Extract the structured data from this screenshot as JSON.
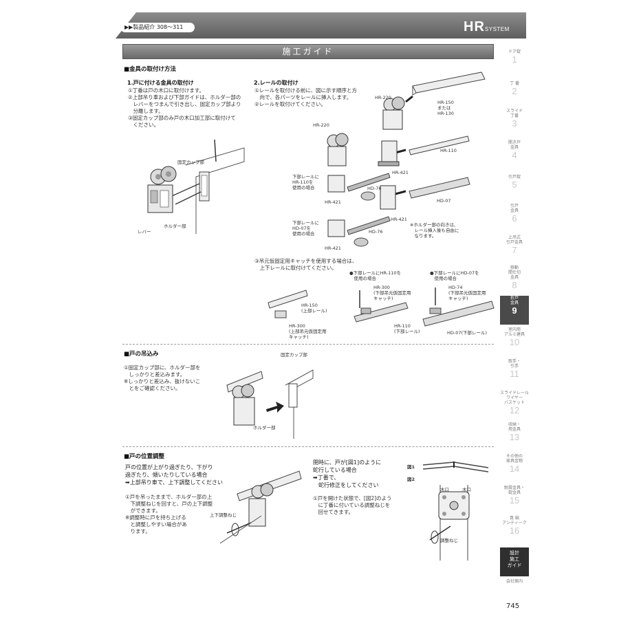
{
  "header": {
    "product_link": "▶▶製品紹介 308～311",
    "brand": "HR",
    "brand_sub": "SYSTEM",
    "banner": "施工ガイド"
  },
  "install": {
    "heading": "■金具の取付け方法",
    "part1": {
      "title": "1.戸に付ける金具の取付け",
      "steps": "①丁番は戸の木口に取付けます。\n②上部吊り車および下部ガイドは、ホルダー部の\n　レバーをつまんで引き出し、固定カップ部より\n　分離します。\n③固定カップ部のみ戸の木口加工部に取付けて\n　ください。",
      "label_cup": "固定カップ部",
      "label_holder": "ホルダー部",
      "label_lever": "レバー"
    },
    "part2": {
      "title": "2.レールの取付け",
      "steps": "①レールを取付ける前に、図に示す順序と方\n　向で、各パーツをレールに挿入します。\n②レールを取付けてください。",
      "labels": {
        "hr220_a": "HR-220",
        "hr150": "HR-150\nまたは\nHR-130",
        "hr220_b": "HR-220",
        "hr110": "HR-110",
        "hr421_a": "HR-421",
        "lower_110": "下部レールに\nHR-110を\n使用の場合",
        "hd76_a": "HD-76",
        "hr421_b": "HR-421",
        "hd07": "HD-07",
        "hr421_c": "HR-421",
        "lower_07": "下部レールに\nHD-07を\n使用の場合",
        "hd76_b": "HD-76",
        "hr421_d": "HR-421",
        "note": "※ホルダー部の向きは、\n　レール挿入後も自由に\n　なります。"
      },
      "step3": "③吊元仮固定用キャッチを使用する場合は、\n　上下レールに取付けてください。",
      "catch_labels": {
        "hr150": "HR-150\n(上部レール)",
        "hr300_a": "HR-300\n(上部吊元仮固定用\nキャッチ)",
        "case_110": "●下部レールにHR-110を\n　使用の場合",
        "hr300_b": "HR-300\n(下部吊元仮固定用\nキャッチ)",
        "hr110": "HR-110\n(下部レール)",
        "case_07": "●下部レールにHD-07を\n　使用の場合",
        "hd74": "HD-74\n(下部吊元仮固定用\nキャッチ)",
        "hd07": "HD-07(下部レール)"
      }
    }
  },
  "hang": {
    "heading": "■戸の吊込み",
    "steps": "①固定カップ部に、ホルダー部を\n　しっかりと差込みます。\n※しっかりと差込み、抜けないこ\n　とをご確認ください。",
    "label_cup": "固定カップ部",
    "label_holder": "ホルダー部"
  },
  "adjust": {
    "heading": "■戸の位置調整",
    "case1": "戸の位置が上がり過ぎたり、下がり\n過ぎたり、傾いたりしている場合\n➡上部吊り車で、上下調整してください",
    "steps1": "①戸を吊ったままで、ホルダー部の上\n　下調整ねじを回すと、戸の上下調整\n　ができます。\n※調整時に戸を持ち上げる\n　と調整しやすい場合があ\n　ります。",
    "label_screw": "上下調整ねじ",
    "case2": "閉時に、戸が[図1]のように\n蛇行している場合\n➡丁番で、\n　蛇行修正をしてください",
    "steps2": "①戸を開けた状態で、[図2]のよう\n　に丁番に付いている調整ねじを\n　回せてきます。",
    "fig1": "図1",
    "fig2": "図2",
    "label_kiguchi_a": "木口",
    "label_kiguchi_b": "木口",
    "label_adjscrew": "調整ねじ"
  },
  "sidebar": {
    "items": [
      {
        "label": "ドア錠",
        "num": "1"
      },
      {
        "label": "丁 番",
        "num": "2"
      },
      {
        "label": "スライド\n丁番",
        "num": "3"
      },
      {
        "label": "開き戸\n金具",
        "num": "4"
      },
      {
        "label": "引戸錠",
        "num": "5"
      },
      {
        "label": "引戸\n金具",
        "num": "6"
      },
      {
        "label": "上吊式\n引戸金具",
        "num": "7"
      },
      {
        "label": "移動\n間仕切\n金具",
        "num": "8"
      },
      {
        "label": "折戸\n金具",
        "num": "9"
      },
      {
        "label": "室内用\nアルミ建具",
        "num": "10"
      },
      {
        "label": "取手・\n引手",
        "num": "11"
      },
      {
        "label": "スライドレール\nワイヤー\nバスケット",
        "num": "12"
      },
      {
        "label": "収納・\n用金具",
        "num": "13"
      },
      {
        "label": "その他の\n家具金物",
        "num": "14"
      },
      {
        "label": "耐震金具・\n錠金具",
        "num": "15"
      },
      {
        "label": "真 鍮\nアンティーク",
        "num": "16"
      },
      {
        "label": "設計\n施工\nガイド",
        "num": ""
      },
      {
        "label": "会社案内",
        "num": ""
      }
    ]
  },
  "page_number": "745"
}
